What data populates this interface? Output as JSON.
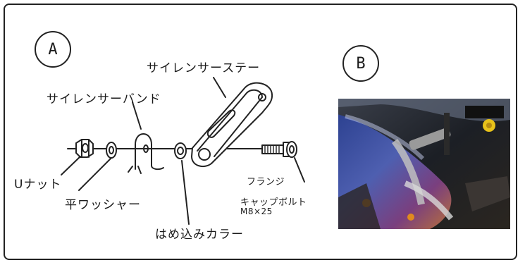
{
  "labels": {
    "A": "A",
    "B": "B",
    "silencer_stay": "サイレンサーステー",
    "silencer_band": "サイレンサーバンド",
    "u_nut": "Uナット",
    "flat_washer": "平ワッシャー",
    "inset_collar": "はめ込みカラー",
    "flange": "フランジ",
    "cap_bolt": "キャップボルト",
    "bolt_size": "M8×25"
  },
  "colors": {
    "line": "#222222",
    "photo_pipe_blue": "#2a3f8e",
    "photo_pipe_purple": "#7a3f7e",
    "photo_bracket": "#9a9a9a",
    "photo_accent_orange": "#e08a1e",
    "photo_accent_yellow": "#e8c21a"
  }
}
